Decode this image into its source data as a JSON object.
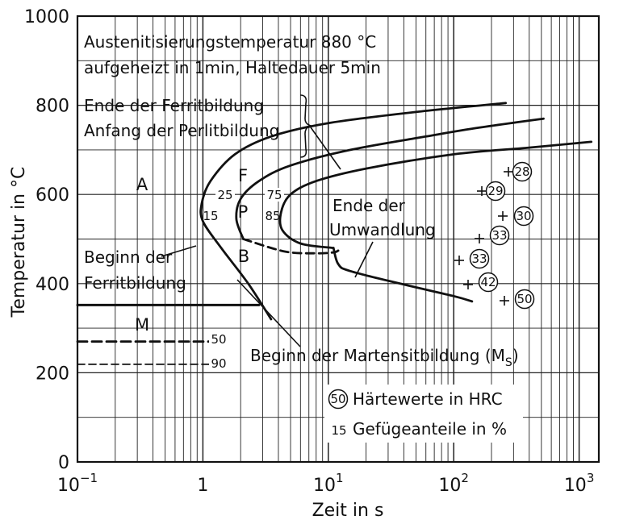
{
  "chart_data": {
    "type": "line",
    "xlabel": "Zeit in s",
    "ylabel": "Temperatur in °C",
    "xscale": "log",
    "xlim": [
      0.1,
      1500
    ],
    "ylim": [
      0,
      1000
    ],
    "grid": true,
    "x_ticks": [
      {
        "value": 0.1,
        "base": "10",
        "exp": "−1"
      },
      {
        "value": 1,
        "base": "1",
        "exp": ""
      },
      {
        "value": 10,
        "base": "10",
        "exp": "1"
      },
      {
        "value": 100,
        "base": "10",
        "exp": "2"
      },
      {
        "value": 1000,
        "base": "10",
        "exp": "3"
      }
    ],
    "y_ticks": [
      {
        "value": 0,
        "label": "0"
      },
      {
        "value": 200,
        "label": "200"
      },
      {
        "value": 400,
        "label": "400"
      },
      {
        "value": 600,
        "label": "600"
      },
      {
        "value": 800,
        "label": "800"
      },
      {
        "value": 1000,
        "label": "1000"
      }
    ],
    "header_lines": [
      "Austenitisierungstemperatur  880 °C",
      "aufgeheizt  in 1min, Haltedauer 5min"
    ],
    "curves": {
      "ferrite_start": [
        [
          3.5,
          320
        ],
        [
          2.3,
          400
        ],
        [
          1.4,
          480
        ],
        [
          1.0,
          540
        ],
        [
          0.98,
          580
        ],
        [
          1.15,
          630
        ],
        [
          1.8,
          690
        ],
        [
          3.5,
          730
        ],
        [
          10,
          760
        ],
        [
          50,
          785
        ],
        [
          260,
          805
        ]
      ],
      "pearlite_start": [
        [
          2.1,
          500
        ],
        [
          1.85,
          545
        ],
        [
          2.0,
          590
        ],
        [
          2.8,
          630
        ],
        [
          5,
          665
        ],
        [
          15,
          700
        ],
        [
          60,
          730
        ],
        [
          160,
          750
        ],
        [
          520,
          770
        ]
      ],
      "transformation_end": [
        [
          11,
          480
        ],
        [
          6,
          490
        ],
        [
          4.3,
          520
        ],
        [
          4.2,
          560
        ],
        [
          5,
          600
        ],
        [
          8,
          630
        ],
        [
          20,
          658
        ],
        [
          100,
          690
        ],
        [
          400,
          705
        ],
        [
          1250,
          718
        ]
      ],
      "bainite_region_dashed": [
        [
          2.1,
          500
        ],
        [
          4.5,
          472
        ],
        [
          8,
          468
        ],
        [
          11,
          470
        ],
        [
          12,
          474
        ]
      ],
      "bainite_end": [
        [
          11,
          480
        ],
        [
          12,
          444
        ],
        [
          15,
          428
        ],
        [
          40,
          398
        ],
        [
          100,
          372
        ],
        [
          140,
          360
        ]
      ],
      "ms_line": [
        [
          0.1,
          352
        ],
        [
          2.8,
          352
        ]
      ],
      "m50_line": [
        [
          0.1,
          270
        ],
        [
          1.3,
          270
        ]
      ],
      "m90_line": [
        [
          0.1,
          219
        ],
        [
          1.3,
          219
        ]
      ]
    },
    "region_labels": [
      "A",
      "F",
      "P",
      "B",
      "M"
    ],
    "phase_percentages": [
      "25",
      "75",
      "15",
      "85",
      "50",
      "90"
    ],
    "annotations": {
      "ferrite_end_line1": "Ende der Ferritbildung",
      "ferrite_end_line2": "Anfang der Perlitbildung",
      "transformation_end_line1": "Ende der",
      "transformation_end_line2": "Umwandlung",
      "ferrite_start_line1": "Beginn der",
      "ferrite_start_line2": "Ferritbildung",
      "martensite_start": "Beginn der Martensitbildung (M",
      "martensite_start_sub": "S",
      "martensite_start_close": ")"
    },
    "hardness_values": [
      28,
      29,
      30,
      33,
      33,
      42,
      50
    ],
    "legend": {
      "hardness_symbol": "50",
      "hardness_text": "Härtewerte in HRC",
      "fraction_symbol": "15",
      "fraction_text": "Gefügeanteile in %"
    }
  }
}
